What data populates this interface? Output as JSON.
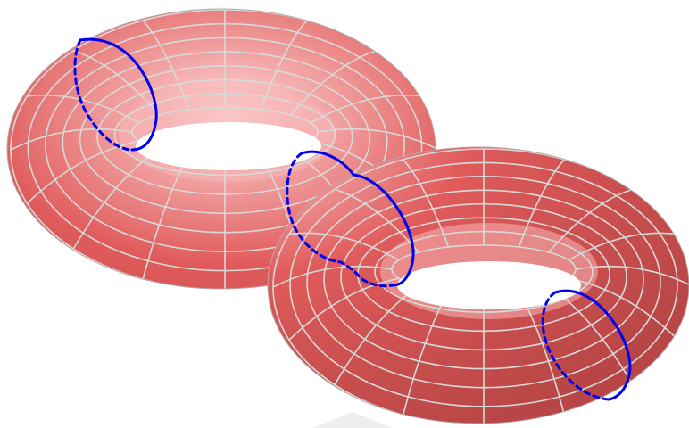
{
  "figure": {
    "kind": "double-torus",
    "tori": [
      {
        "name": "left-torus"
      },
      {
        "name": "right-torus"
      }
    ],
    "curves": [
      {
        "name": "meridian-curve-left",
        "style": "solid-and-dashed"
      },
      {
        "name": "connecting-curve-middle",
        "style": "solid-and-dashed"
      },
      {
        "name": "meridian-curve-right",
        "style": "solid-and-dashed"
      }
    ]
  },
  "colors": {
    "surface_light": "#ffd8d8",
    "surface_mid": "#e05a5a",
    "surface_dark": "#b94646",
    "mesh": "#d9d9d9",
    "curve": "#0000ee",
    "shadow": "#eeeeee"
  }
}
